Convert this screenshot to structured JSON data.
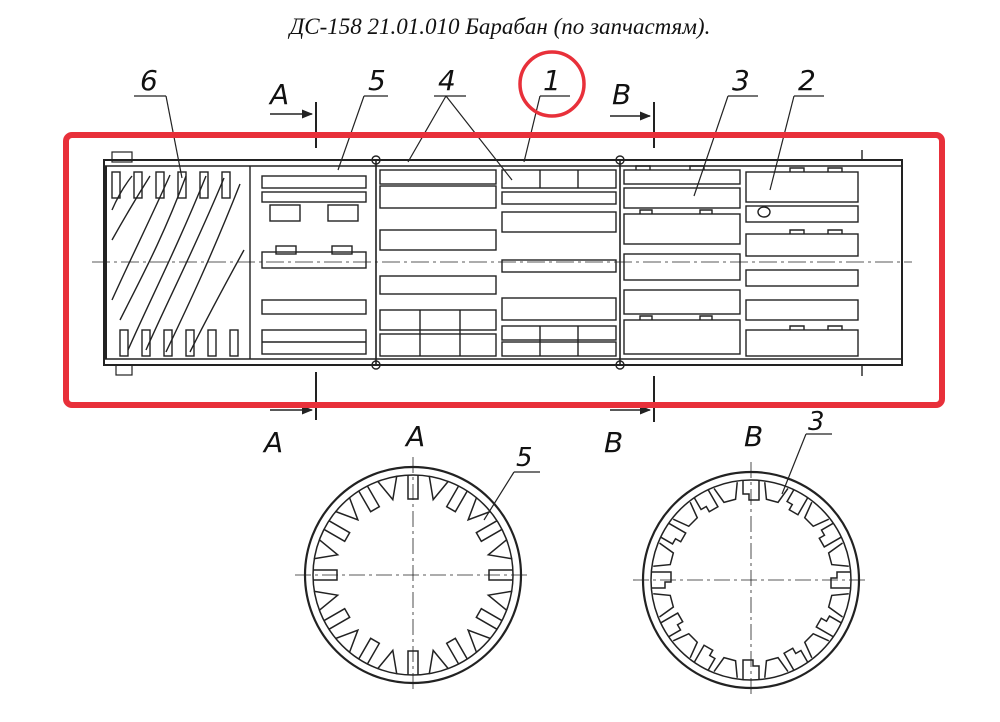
{
  "title": "ДС-158 21.01.010 Барабан (по запчастям).",
  "callouts": {
    "p1": "1",
    "p2": "2",
    "p3": "3",
    "p4": "4",
    "p5": "5",
    "p6": "6",
    "p5_section": "5",
    "p3_section": "3"
  },
  "section_marks": {
    "a_top": "A",
    "b_top": "B",
    "a_bottom": "A",
    "b_bottom": "B",
    "a_view": "A",
    "b_view": "B"
  },
  "colors": {
    "ink": "#222222",
    "highlight": "#e8303a"
  }
}
